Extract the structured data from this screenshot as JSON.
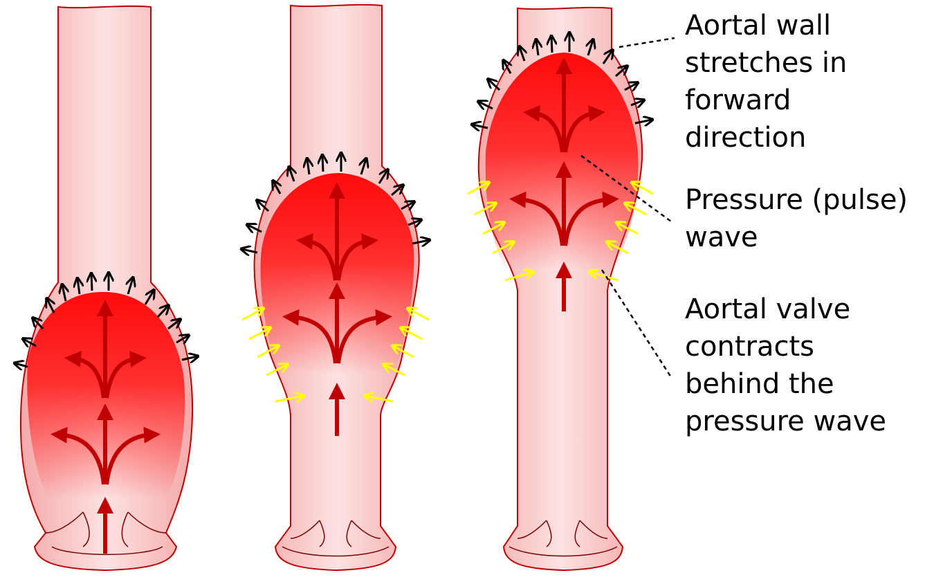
{
  "diagram": {
    "labels": {
      "wall_stretch": [
        "Aortal wall",
        "stretches in",
        "forward",
        "direction"
      ],
      "pressure_wave": [
        "Pressure (pulse)",
        "wave"
      ],
      "valve": [
        "Aortal valve",
        "contracts",
        "behind the",
        "pressure wave"
      ]
    },
    "colors": {
      "vessel_fill": "#f9c3c3",
      "vessel_edge": "#c00000",
      "blood_core": "#ff1010",
      "flow_arrow": "#c00000",
      "stretch_arrow": "#000000",
      "contract_arrow": "#ffff00"
    },
    "panels": [
      {
        "name": "stage-1",
        "has_contraction_arrows": false
      },
      {
        "name": "stage-2",
        "has_contraction_arrows": true
      },
      {
        "name": "stage-3",
        "has_contraction_arrows": true
      }
    ]
  }
}
